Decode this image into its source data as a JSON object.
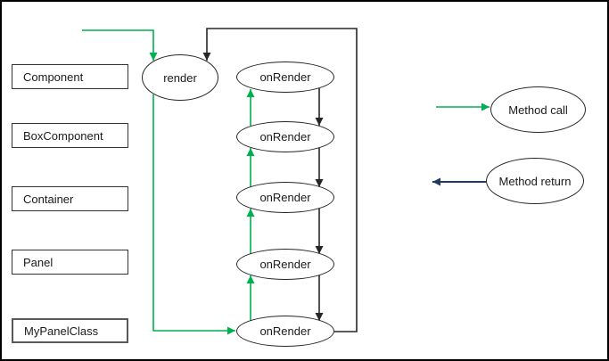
{
  "diagram": {
    "title_implicit": "render / onRender call flow",
    "classes": [
      {
        "label": "Component"
      },
      {
        "label": "BoxComponent"
      },
      {
        "label": "Container"
      },
      {
        "label": "Panel"
      },
      {
        "label": "MyPanelClass"
      }
    ],
    "nodes": {
      "render": "render",
      "onrender": [
        "onRender",
        "onRender",
        "onRender",
        "onRender",
        "onRender"
      ]
    },
    "legend": {
      "method_call": "Method call",
      "method_return": "Method return"
    },
    "colors": {
      "call_arrow_green": "#00B050",
      "return_arrow_black": "#262626",
      "legend_return_navy": "#1F3864",
      "node_border": "#262626",
      "frame_border": "#000000"
    }
  }
}
